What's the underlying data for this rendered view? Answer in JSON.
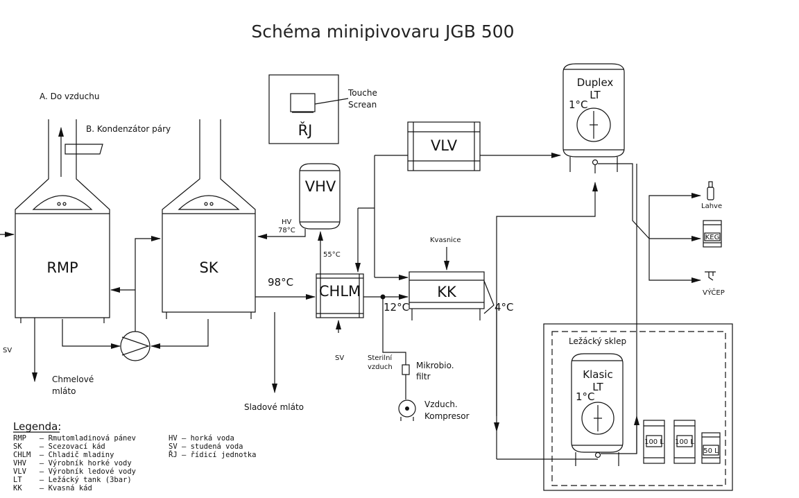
{
  "title": "Schéma minipivovaru JGB 500",
  "vessels": {
    "rmp": "RMP",
    "sk": "SK",
    "vhv": "VHV",
    "chlm": "CHLM",
    "kk": "KK",
    "vlv": "VLV",
    "duplex_line1": "Duplex",
    "duplex_line2": "LT",
    "klasic_line1": "Klasic",
    "klasic_line2": "LT",
    "rj": "ŘJ"
  },
  "labels": {
    "do_vzduchu": "A. Do vzduchu",
    "kondenzator": "B. Kondenzátor páry",
    "touche1": "Touche",
    "touche2": "Screan",
    "hv": "HV",
    "hv_temp": "78°C",
    "vhv_temp": "55°C",
    "t98": "98°C",
    "t12": "12°C",
    "t4": "4°C",
    "duplex_temp": "1°C",
    "klasic_temp": "1°C",
    "kvasnice": "Kvasnice",
    "sv_left": "SV",
    "sv_chlm": "SV",
    "chmelove1": "Chmelové",
    "chmelove2": "mláto",
    "sladove": "Sladové mláto",
    "sterilni1": "Sterilní",
    "sterilni2": "vzduch",
    "mikrobio1": "Mikrobio.",
    "mikrobio2": "filtr",
    "kompresor1": "Vzduch.",
    "kompresor2": "Kompresor",
    "lezacky": "Ležácký sklep",
    "lahve": "Lahve",
    "keg": "KEG",
    "vycep": "VÝČEP",
    "sud1": "100 L",
    "sud2": "100 L",
    "sud3": "50 L"
  },
  "legend": {
    "heading": "Legenda:",
    "col1": [
      "RMP   – Rmutomladinová pánev",
      "SK    – Scezovací kád",
      "CHLM  – Chladič mladiny",
      "VHV   – Výrobník horké vody",
      "VLV   – Výrobník ledové vody",
      "LT    – Ležácký tank (3bar)",
      "KK    – Kvasná kád"
    ],
    "col2": [
      "HV – horká voda",
      "SV – studená voda",
      "ŘJ – řídicí jednotka"
    ]
  }
}
